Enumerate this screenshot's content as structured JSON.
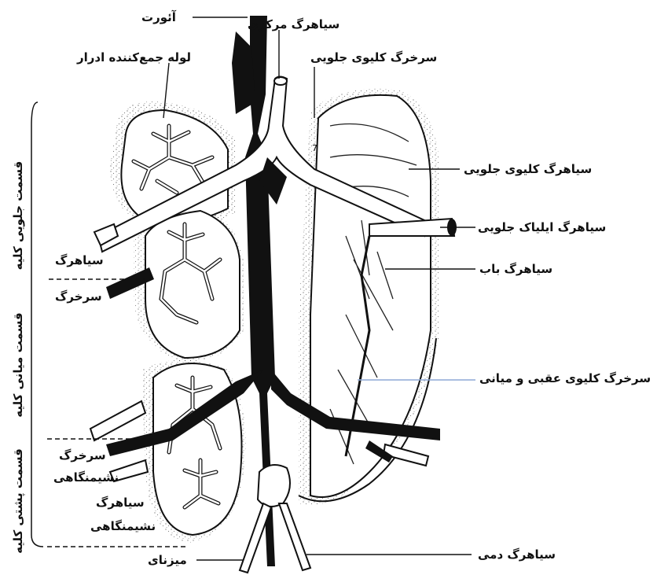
{
  "labels": {
    "aorta": "آئورت",
    "central_vein": "سیاهرگ مرکزی",
    "collecting_duct": "لوله جمع‌کننده ادرار",
    "anterior_renal_artery": "سرخرگ کلیوی جلویی",
    "anterior_renal_vein": "سیاهرگ کلیوی جلویی",
    "anterior_iliac_vein": "سیاهرگ ایلیاک جلویی",
    "portal_vein": "سیاهرگ باب",
    "posterior_middle_renal_artery": "سرخرگ کلیوی عقبی و میانی",
    "vein_left": "سیاهرگ",
    "artery_left": "سرخرگ",
    "sciatic_artery_line1": "سرخرگ",
    "sciatic_artery_line2": "نشیمنگاهی",
    "sciatic_vein_line1": "سیاهرگ",
    "sciatic_vein_line2": "نشیمنگاهی",
    "ureter": "میزنای",
    "caudal_vein": "سیاهرگ دمی",
    "anterior_part_kidney": "قسمت جلویی کلیه",
    "middle_part_kidney": "قسمت میانی کلیه",
    "posterior_part_kidney": "قسمت پشتی کلیه",
    "marker_number": "7"
  }
}
